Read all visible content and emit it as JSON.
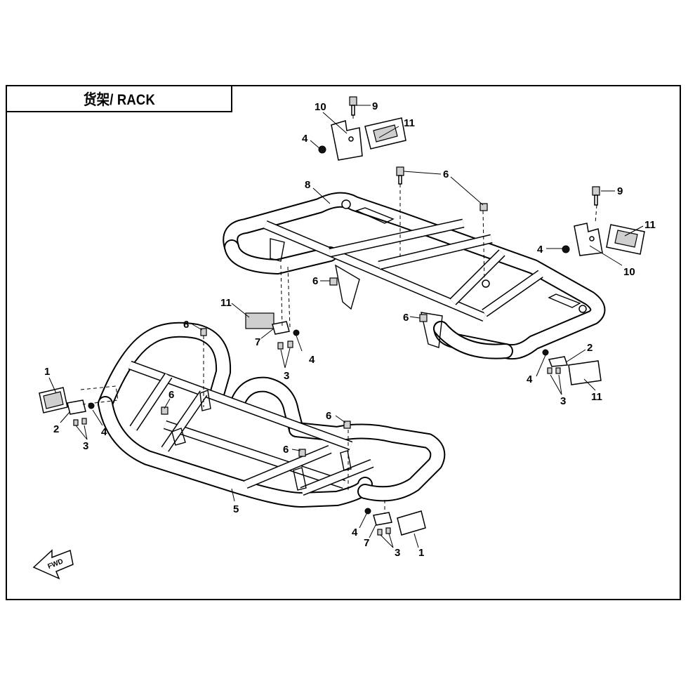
{
  "title": "货架/ RACK",
  "fwd_label": "FWD",
  "callouts": [
    {
      "id": "c-9-top",
      "text": "9"
    },
    {
      "id": "c-10-top",
      "text": "10"
    },
    {
      "id": "c-11-top",
      "text": "11"
    },
    {
      "id": "c-4-top",
      "text": "4"
    },
    {
      "id": "c-6-top",
      "text": "6"
    },
    {
      "id": "c-8",
      "text": "8"
    },
    {
      "id": "c-9-right",
      "text": "9"
    },
    {
      "id": "c-11-right",
      "text": "11"
    },
    {
      "id": "c-4-right",
      "text": "4"
    },
    {
      "id": "c-10-right",
      "text": "10"
    },
    {
      "id": "c-6-mid",
      "text": "6"
    },
    {
      "id": "c-6-rearleft",
      "text": "6"
    },
    {
      "id": "c-2-rear",
      "text": "2"
    },
    {
      "id": "c-4-rear",
      "text": "4"
    },
    {
      "id": "c-3-rear",
      "text": "3"
    },
    {
      "id": "c-11-rear",
      "text": "11"
    },
    {
      "id": "c-11-mid",
      "text": "11"
    },
    {
      "id": "c-6-front-top",
      "text": "6"
    },
    {
      "id": "c-7-mid",
      "text": "7"
    },
    {
      "id": "c-4-mid",
      "text": "4"
    },
    {
      "id": "c-3-mid",
      "text": "3"
    },
    {
      "id": "c-1-left",
      "text": "1"
    },
    {
      "id": "c-2-left",
      "text": "2"
    },
    {
      "id": "c-3-left",
      "text": "3"
    },
    {
      "id": "c-4-left",
      "text": "4"
    },
    {
      "id": "c-6-front-mid",
      "text": "6"
    },
    {
      "id": "c-6-front-right",
      "text": "6"
    },
    {
      "id": "c-6-front-low",
      "text": "6"
    },
    {
      "id": "c-5",
      "text": "5"
    },
    {
      "id": "c-4-bottom",
      "text": "4"
    },
    {
      "id": "c-7-bottom",
      "text": "7"
    },
    {
      "id": "c-3-bottom",
      "text": "3"
    },
    {
      "id": "c-1-bottom",
      "text": "1"
    }
  ]
}
